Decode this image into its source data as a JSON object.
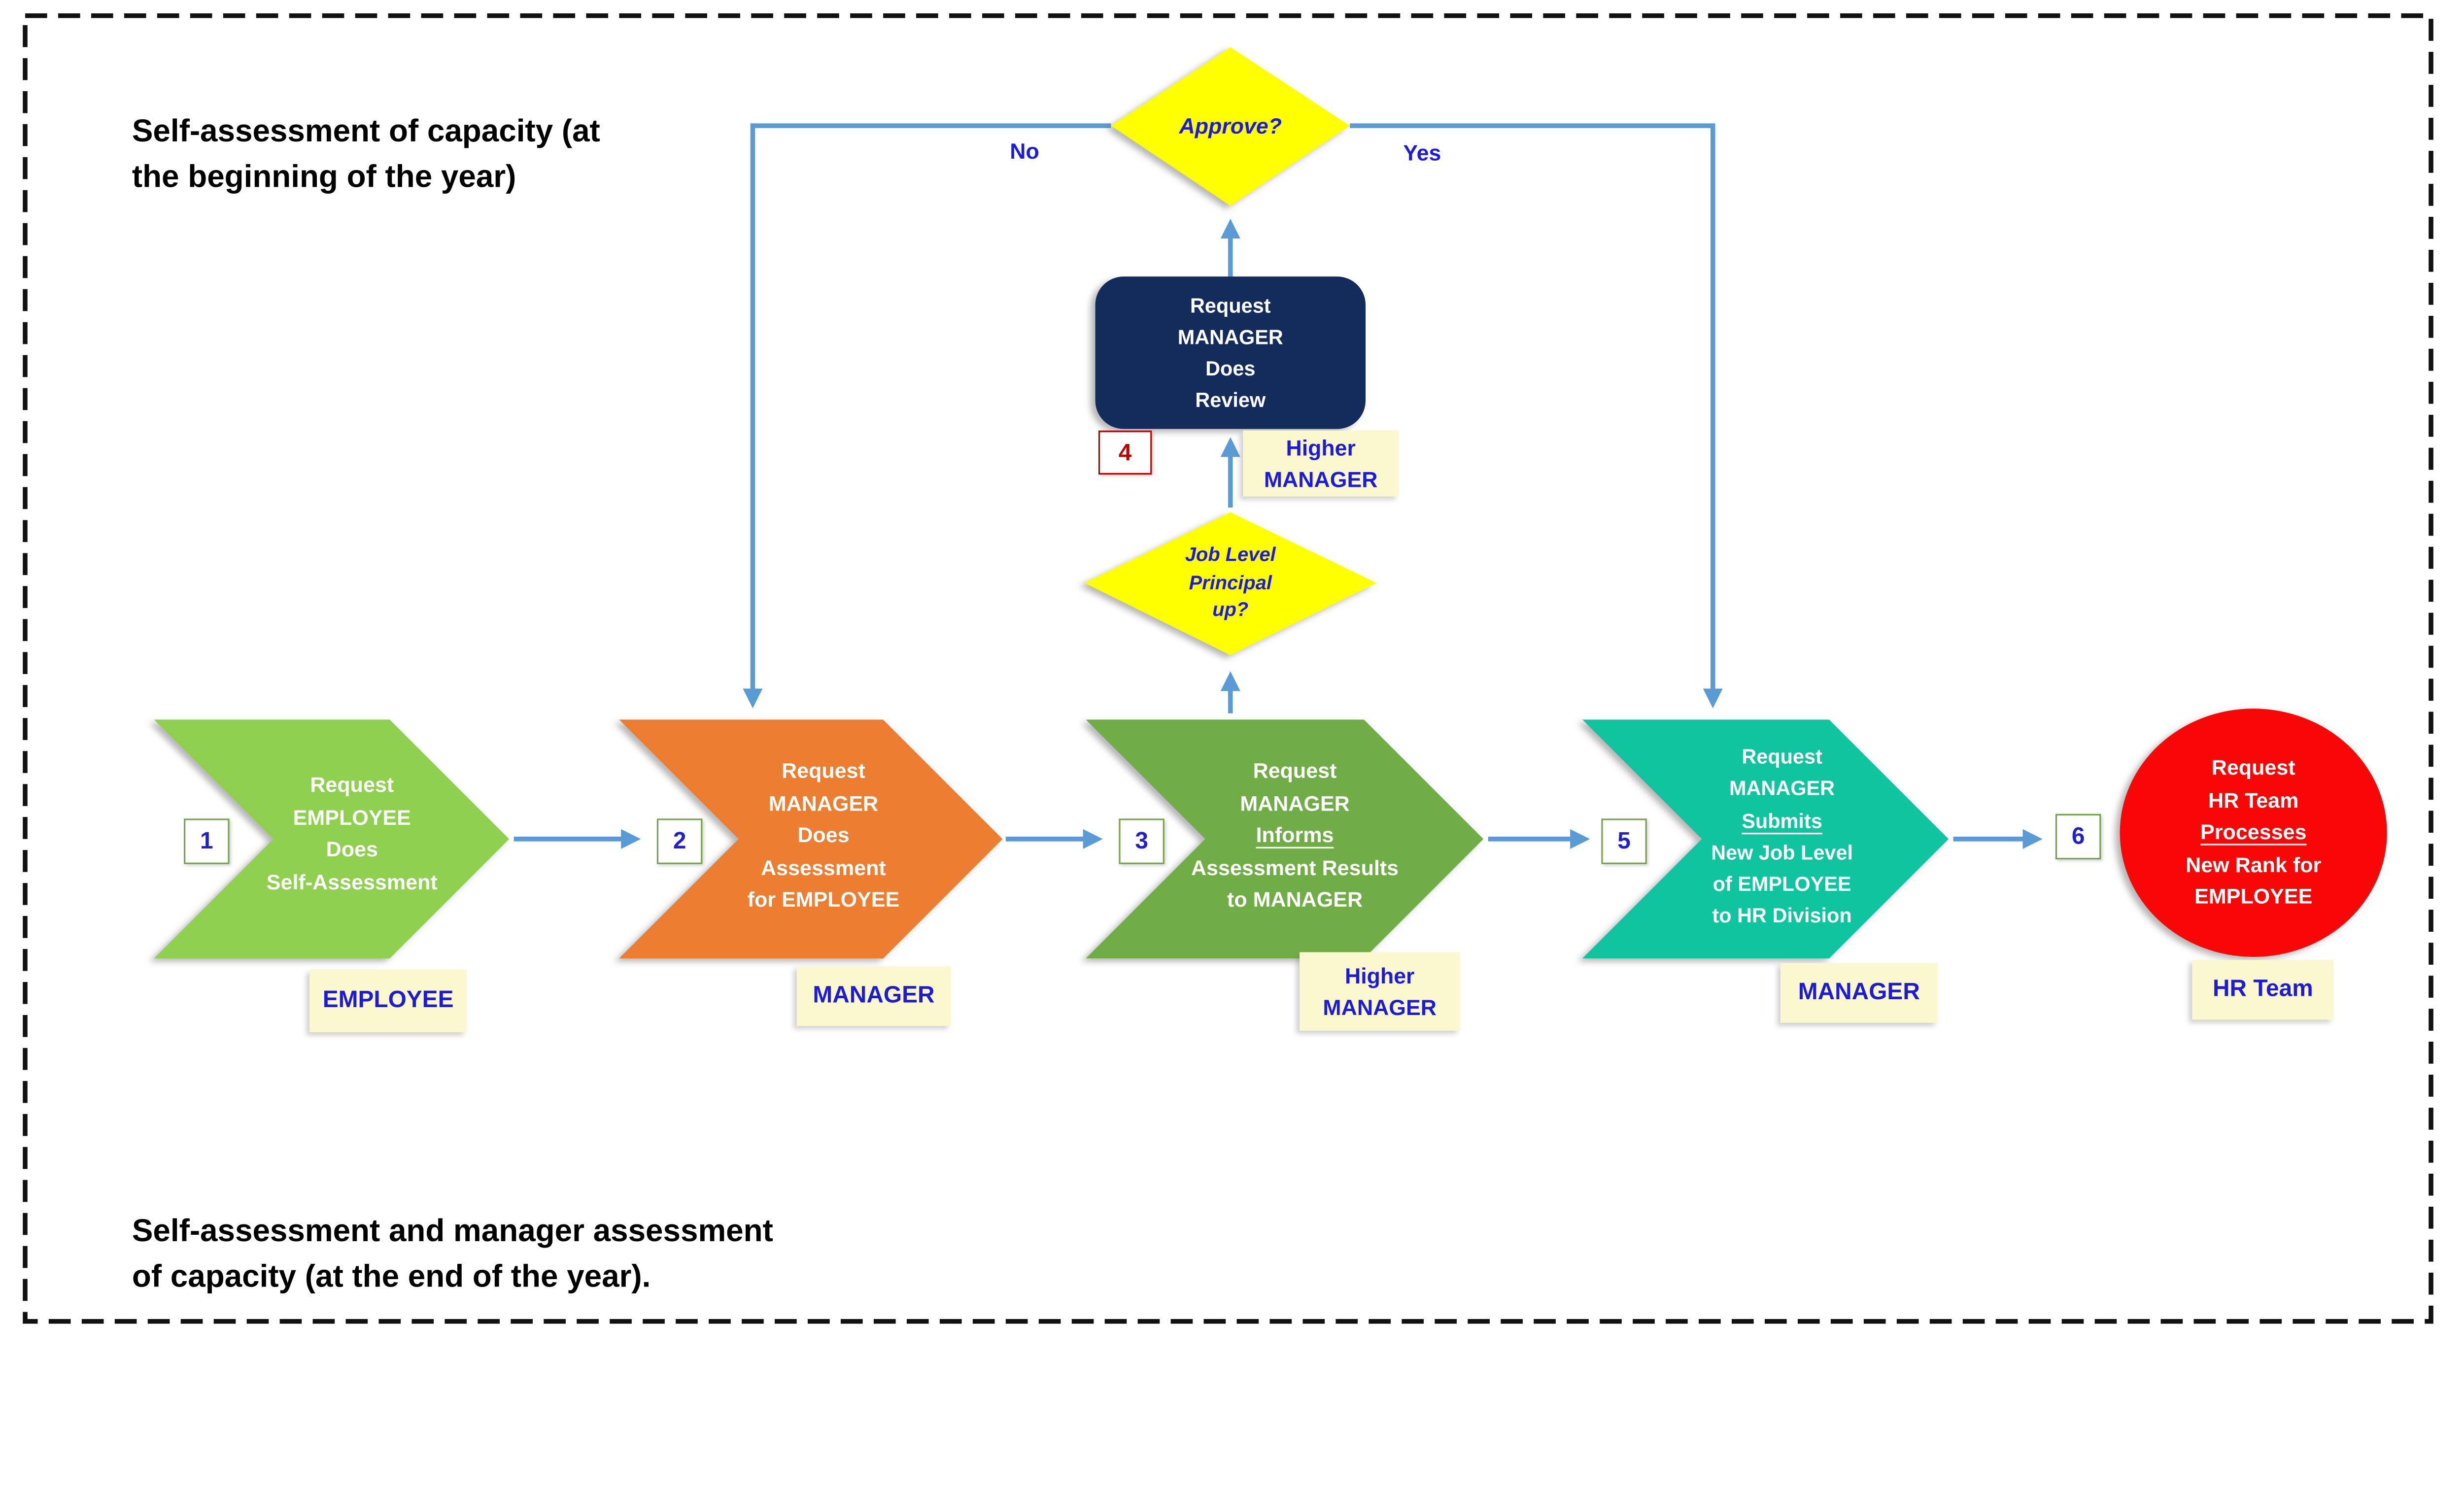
{
  "colors": {
    "connector": "#5B9BD5",
    "page_border": "#111111",
    "diamond_fill": "#FFFF00",
    "review_box_fill": "#142C5C",
    "step1_fill": "#90D050",
    "step2_fill": "#ED7D31",
    "step3_fill": "#70AD47",
    "step4_fill": "#0FC49E",
    "step6_fill": "#F90606",
    "tag_bg": "#FBF7CF",
    "tag_text": "#1C1CD8",
    "badge_border": "#77A24D",
    "badge_text": "#2020CC",
    "badge4_color": "#C00000"
  },
  "captions": {
    "top_line1": "Self-assessment of capacity (at",
    "top_line2": "the beginning of the year)",
    "bottom_line1": "Self-assessment and manager assessment",
    "bottom_line2": "of capacity (at the end of the year)."
  },
  "decision_approve": {
    "question": "Approve?",
    "no_label": "No",
    "yes_label": "Yes"
  },
  "decision_joblevel": {
    "line1": "Job Level",
    "line2": "Principal",
    "line3": "up?"
  },
  "review_box": {
    "line1": "Request",
    "line2": "MANAGER",
    "line3": "Does",
    "line4": "Review",
    "badge": "4",
    "tag_line1": "Higher",
    "tag_line2": "MANAGER"
  },
  "steps": {
    "s1": {
      "badge": "1",
      "line1": "Request",
      "line2": "EMPLOYEE",
      "line3": "Does",
      "line4": "Self-Assessment",
      "tag": "EMPLOYEE"
    },
    "s2": {
      "badge": "2",
      "line1": "Request",
      "line2": "MANAGER",
      "line3": "Does",
      "line4": "Assessment",
      "line5": "for EMPLOYEE",
      "tag": "MANAGER"
    },
    "s3": {
      "badge": "3",
      "line1": "Request",
      "line2": "MANAGER",
      "line3": "Informs",
      "line4": "Assessment Results",
      "line5": "to MANAGER",
      "tag_line1": "Higher",
      "tag_line2": "MANAGER"
    },
    "s5": {
      "badge": "5",
      "line1": "Request",
      "line2": "MANAGER",
      "line3": "Submits",
      "line4": "New Job Level",
      "line5": "of EMPLOYEE",
      "line6": "to HR Division",
      "tag": "MANAGER"
    },
    "s6": {
      "badge": "6",
      "line1": "Request",
      "line2": "HR Team",
      "line3": "Processes",
      "line4": "New Rank for",
      "line5": "EMPLOYEE",
      "tag": "HR Team"
    }
  }
}
